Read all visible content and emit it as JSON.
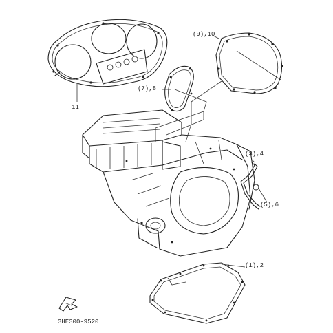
{
  "callouts": {
    "cover_gasket": "(9),10",
    "small_gasket": "(7),8",
    "pipe": "(3),4",
    "plug": "(5),6",
    "oil_pan_gasket": "(1),2",
    "meter_gasket": "11"
  },
  "diagram_code": "3HE300-9520"
}
